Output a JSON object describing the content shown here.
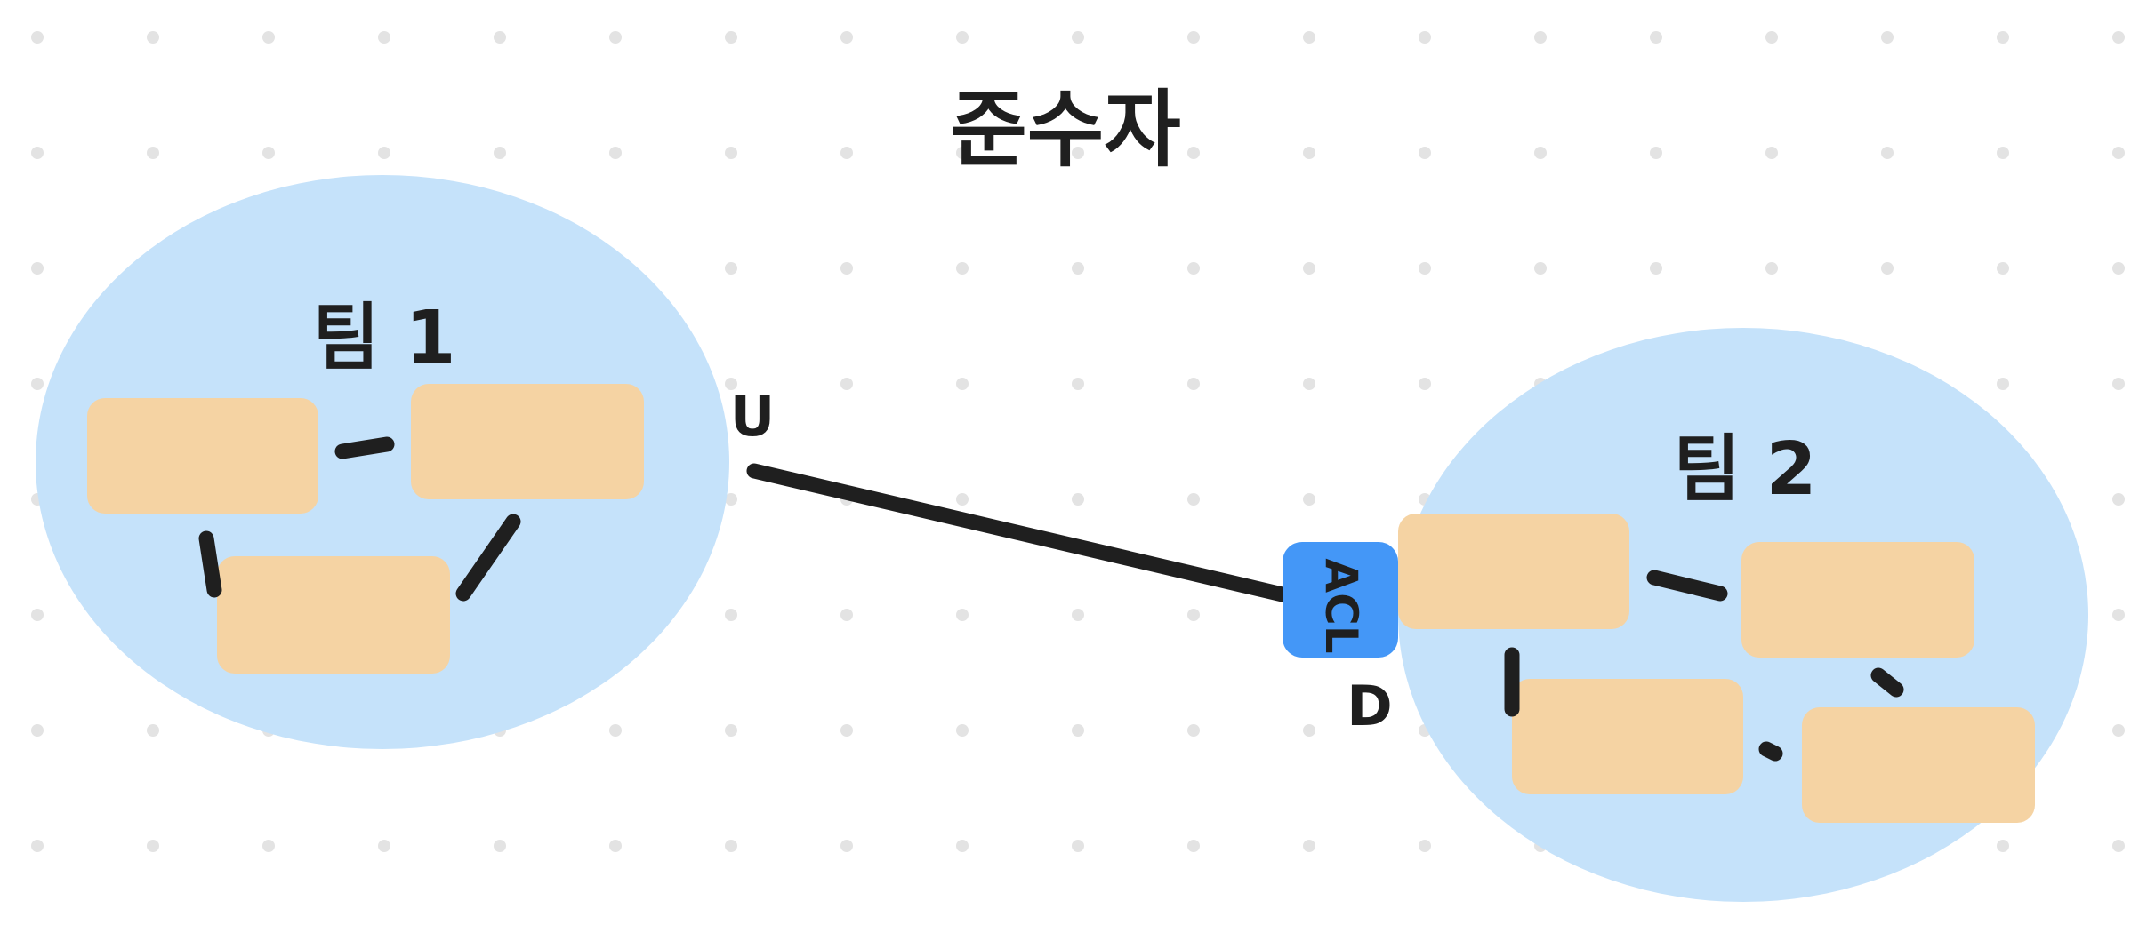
{
  "title": "준수자",
  "teams": [
    {
      "label": "팀 1"
    },
    {
      "label": "팀 2"
    }
  ],
  "relationship": {
    "upstream_label": "U",
    "downstream_label": "D",
    "pattern_label": "ACL"
  },
  "colors": {
    "background": "#ffffff",
    "grid_dot": "#e3e3e3",
    "team_area": "#c5e2fa",
    "component": "#f5d3a3",
    "acl_badge": "#4497f7",
    "ink": "#1f1f1f"
  }
}
